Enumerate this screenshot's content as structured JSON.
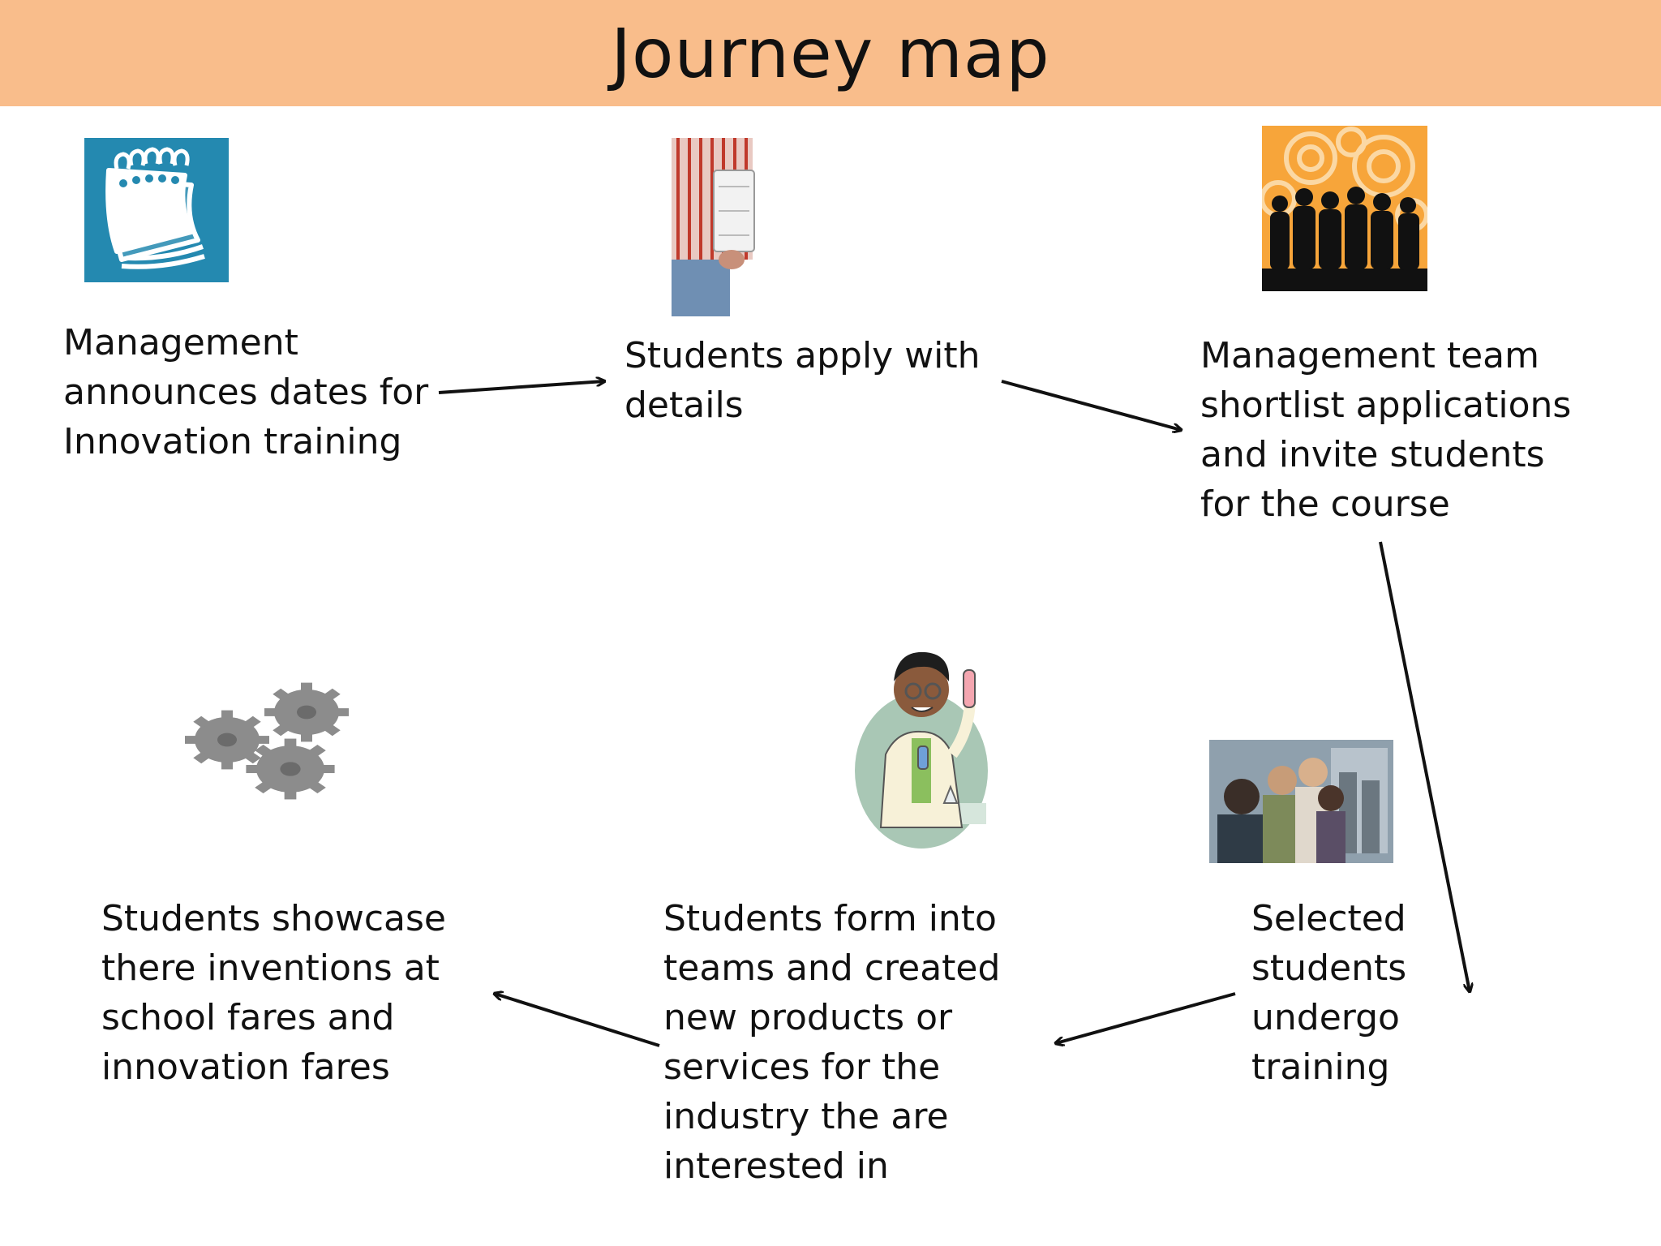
{
  "title": "Journey map",
  "steps": [
    {
      "text": "Management\nannounces dates for\nInnovation training",
      "icon": "calendar-icon"
    },
    {
      "text": "Students apply with\ndetails",
      "icon": "student-with-books-picture"
    },
    {
      "text": "Management team\nshortlist applications\nand invite students\nfor the course",
      "icon": "group-silhouette-picture"
    },
    {
      "text": "Selected\nstudents\nundergo\ntraining",
      "icon": "computer-lab-picture"
    },
    {
      "text": "Students form into\nteams and created\nnew products or\nservices for the\nindustry the are\ninterested in",
      "icon": "scientist-picture"
    },
    {
      "text": "Students showcase\nthere inventions at\nschool fares and\ninnovation fares",
      "icon": "gears-icon"
    }
  ],
  "colors": {
    "title_bar": "#f9bd8b",
    "calendar_bg": "#2489b0",
    "arrow": "#111111"
  }
}
